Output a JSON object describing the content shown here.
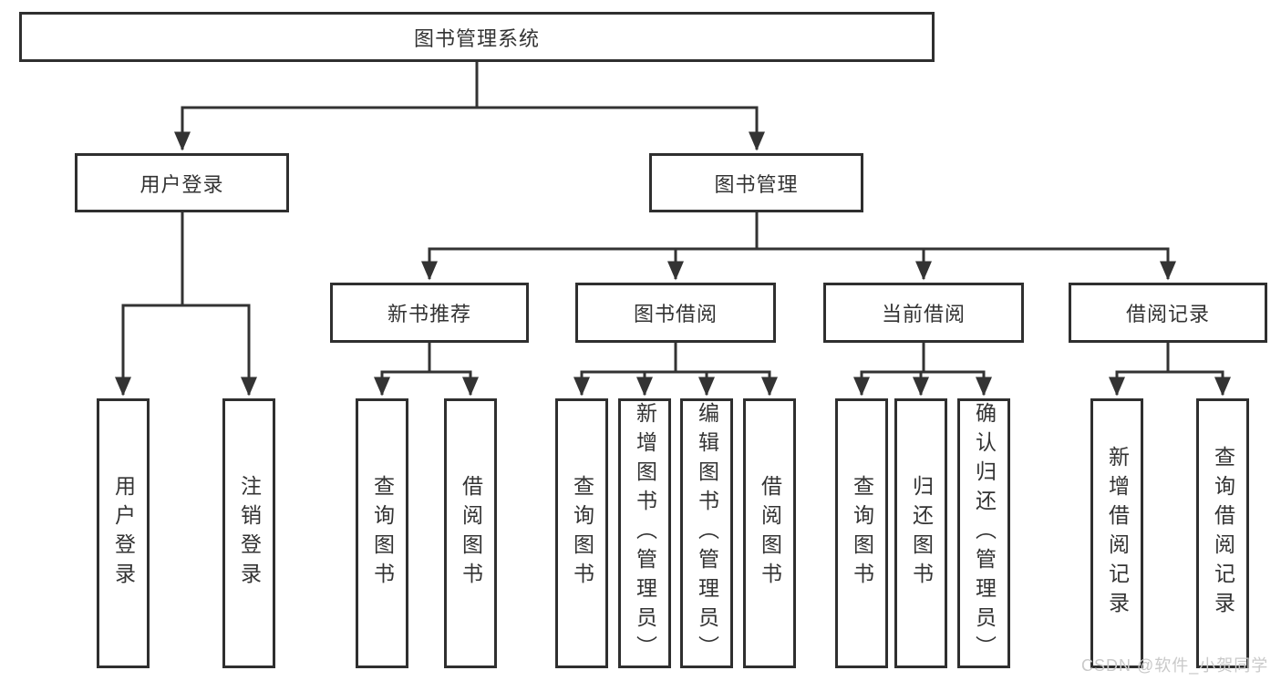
{
  "diagram": {
    "title_node": {
      "label": "图书管理系统"
    },
    "branches": [
      {
        "label": "用户登录",
        "children": [
          {
            "label": "用户登录"
          },
          {
            "label": "注销登录"
          }
        ]
      },
      {
        "label": "图书管理",
        "children": [
          {
            "label": "新书推荐",
            "children": [
              {
                "label": "查询图书"
              },
              {
                "label": "借阅图书"
              }
            ]
          },
          {
            "label": "图书借阅",
            "children": [
              {
                "label": "查询图书"
              },
              {
                "label": "新增图书（管理员）"
              },
              {
                "label": "编辑图书（管理员）"
              },
              {
                "label": "借阅图书"
              }
            ]
          },
          {
            "label": "当前借阅",
            "children": [
              {
                "label": "查询图书"
              },
              {
                "label": "归还图书"
              },
              {
                "label": "确认归还（管理员）"
              }
            ]
          },
          {
            "label": "借阅记录",
            "children": [
              {
                "label": "新增借阅记录"
              },
              {
                "label": "查询借阅记录"
              }
            ]
          }
        ]
      }
    ],
    "watermark": "CSDN @软件_小贺同学",
    "colors": {
      "line": "#333333",
      "box_border": "#2f2f2f",
      "box_background": "#ffffff",
      "text": "#333333",
      "watermark_text": "#c9c9c9"
    }
  }
}
